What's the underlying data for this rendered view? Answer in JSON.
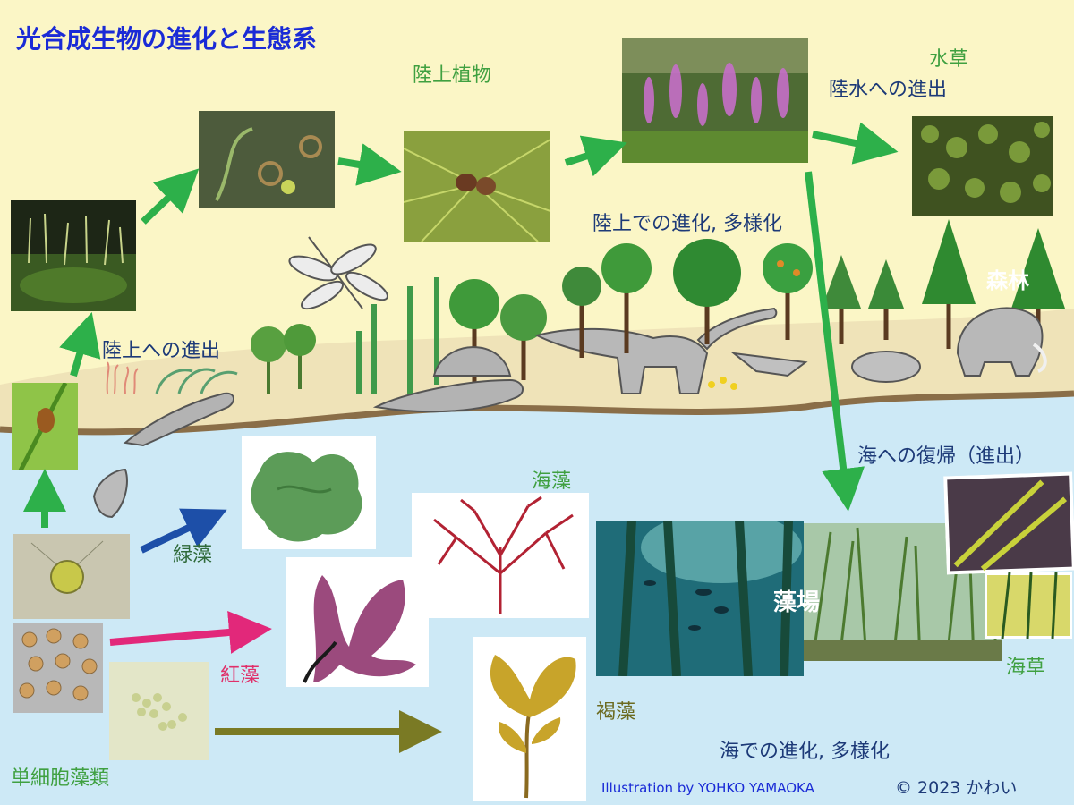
{
  "title": "光合成生物の進化と生態系",
  "labels": {
    "land_plants": "陸上植物",
    "water_plants": "水草",
    "to_freshwater": "陸水への進出",
    "land_evolution": "陸上での進化,  多様化",
    "to_land": "陸上への進出",
    "forest": "森林",
    "return_to_sea": "海への復帰（進出）",
    "seaweeds": "海藻",
    "green_algae": "緑藻",
    "red_algae": "紅藻",
    "brown_algae": "褐藻",
    "seaweed_bed": "藻場",
    "seagrass": "海草",
    "sea_evolution": "海での進化,  多様化",
    "unicellular_algae": "単細胞藻類"
  },
  "credit": "Illustration by YOHKO YAMAOKA",
  "copyright": "©  2023  かわい",
  "colors": {
    "title": "#1a2bd6",
    "green_label": "#3fa040",
    "navy_label": "#1d3a78",
    "red_label": "#e0306a",
    "brown_label": "#6b6a20",
    "arrow_green": "#2db04a",
    "arrow_blue": "#1d4fa8",
    "arrow_pink": "#e2287a",
    "arrow_olive": "#7a7a24",
    "land": "#efe3b8",
    "sea": "#cde9f6",
    "sky": "#fbf6c6"
  }
}
